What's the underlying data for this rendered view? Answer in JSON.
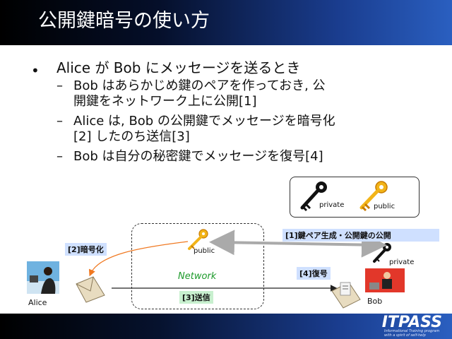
{
  "slide": {
    "title": "公開鍵暗号の使い方",
    "bullet_main": "Alice が Bob にメッセージを送るとき",
    "sub1_line1": "Bob はあらかじめ鍵のペアを作っておき, 公",
    "sub1_line2": "開鍵をネットワーク上に公開[1]",
    "sub2_line1": "Alice は, Bob の公開鍵でメッセージを暗号化",
    "sub2_line2": "[2] したのち送信[3]",
    "sub3": "Bob は自分の秘密鍵でメッセージを復号[4]",
    "dash": "–",
    "dot": "•"
  },
  "legend": {
    "private": "private",
    "public": "public"
  },
  "diagram": {
    "step1": "[1]鍵ペア生成・公開鍵の公開",
    "step2": "[2]暗号化",
    "step3": "[3]送信",
    "step4": "[4]復号",
    "network": "Network",
    "network_key": "public",
    "bob_key": "private",
    "alice": "Alice",
    "bob": "Bob"
  },
  "footer": {
    "logo": "ITPASS",
    "logo_sub": "Informational Training program with a spirit of self-help"
  },
  "colors": {
    "title_bar": "#0a1a4a",
    "tag_blue": "#cfe0ff",
    "tag_green": "#c8f0cf",
    "network_text": "#1c9a2a",
    "arrow_orange": "#f07820",
    "arrow_gray": "#aaaaaa"
  }
}
